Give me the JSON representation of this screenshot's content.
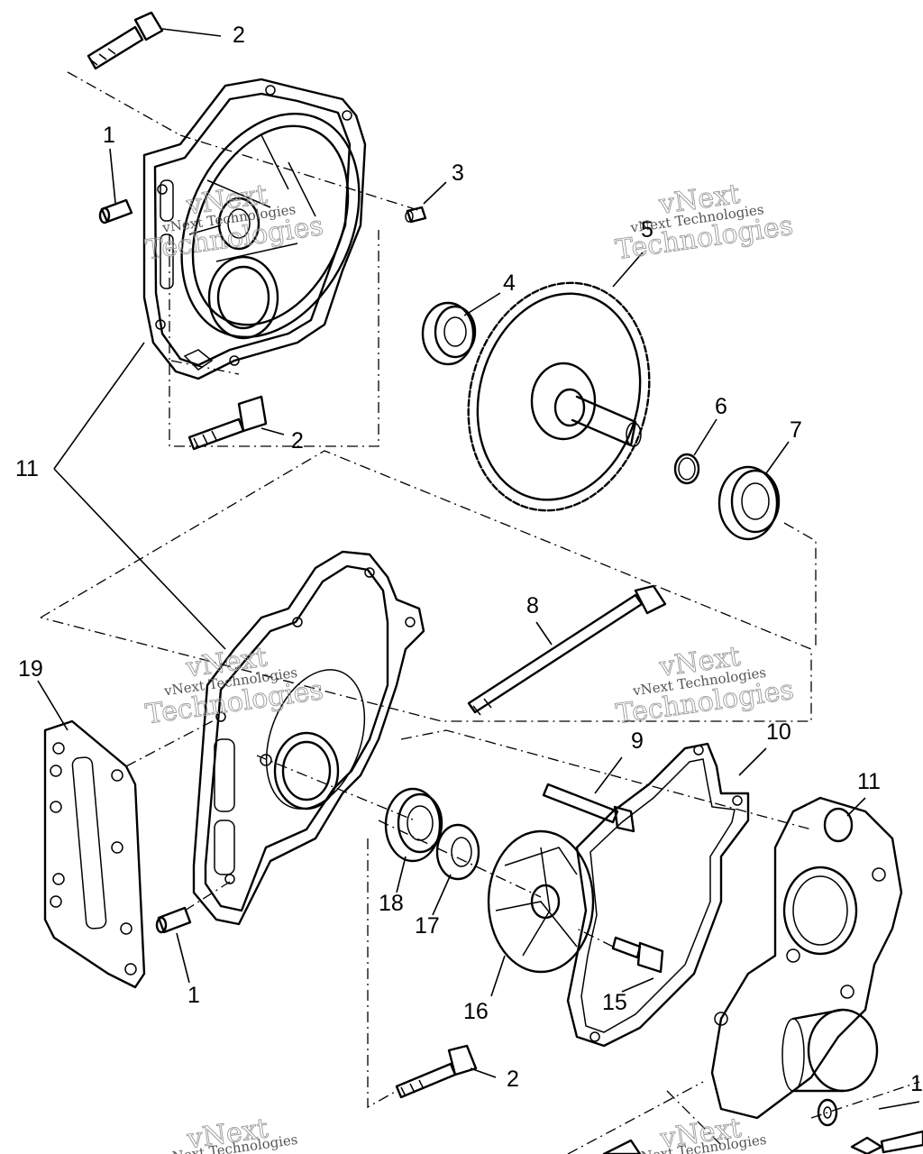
{
  "diagram": {
    "callouts": [
      {
        "id": "c2a",
        "label": "2"
      },
      {
        "id": "c1a",
        "label": "1"
      },
      {
        "id": "c3",
        "label": "3"
      },
      {
        "id": "c5",
        "label": "5"
      },
      {
        "id": "c4",
        "label": "4"
      },
      {
        "id": "c6",
        "label": "6"
      },
      {
        "id": "c7",
        "label": "7"
      },
      {
        "id": "c2b",
        "label": "2"
      },
      {
        "id": "c11a",
        "label": "11"
      },
      {
        "id": "c8",
        "label": "8"
      },
      {
        "id": "c19",
        "label": "19"
      },
      {
        "id": "c9",
        "label": "9"
      },
      {
        "id": "c10",
        "label": "10"
      },
      {
        "id": "c11b",
        "label": "11"
      },
      {
        "id": "c18",
        "label": "18"
      },
      {
        "id": "c17",
        "label": "17"
      },
      {
        "id": "c1b",
        "label": "1"
      },
      {
        "id": "c16",
        "label": "16"
      },
      {
        "id": "c15",
        "label": "15"
      },
      {
        "id": "c2c",
        "label": "2"
      },
      {
        "id": "c1c",
        "label": "1"
      }
    ],
    "watermark": {
      "small": "vNext Technologies",
      "large_top": "vNext",
      "large_bottom": "Technologies"
    }
  }
}
